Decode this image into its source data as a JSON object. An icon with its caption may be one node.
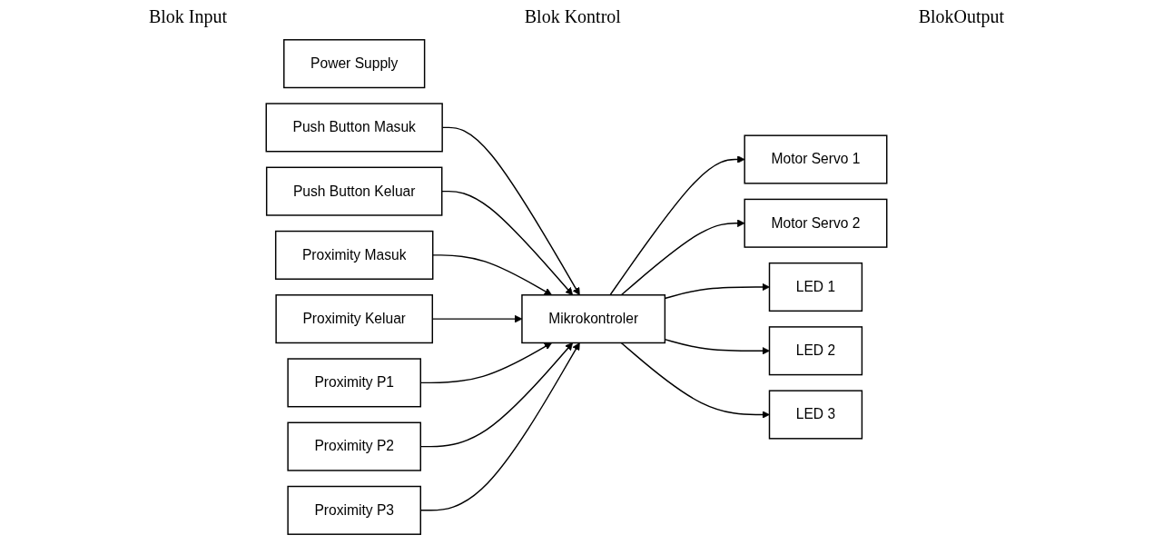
{
  "diagram": {
    "nodes": [
      {
        "text": [
          "Power Supply"
        ]
      },
      {
        "text": [
          "Push Button Masuk"
        ]
      },
      {
        "text": [
          "Push Button Keluar"
        ]
      },
      {
        "text": [
          "Proximity Masuk"
        ]
      },
      {
        "text": [
          "Proximity Keluar"
        ]
      },
      {
        "text": [
          "Proximity P1"
        ]
      },
      {
        "text": [
          "Proximity P2"
        ]
      },
      {
        "text": [
          "Proximity P3"
        ]
      },
      {
        "text": [
          "Mikrokontroler"
        ]
      },
      {
        "text": [
          "Motor Servo 1"
        ]
      },
      {
        "text": [
          "Motor Servo 2"
        ]
      },
      {
        "text": [
          "LED 1"
        ]
      },
      {
        "text": [
          "LED 2"
        ]
      },
      {
        "text": [
          "LED 3"
        ]
      }
    ],
    "edges": [
      {
        "from": 1,
        "to": 8,
        "arrow": "to"
      },
      {
        "from": 2,
        "to": 8,
        "arrow": "to"
      },
      {
        "from": 3,
        "to": 8,
        "arrow": "to"
      },
      {
        "from": 4,
        "to": 8,
        "arrow": "to"
      },
      {
        "from": 5,
        "to": 8,
        "arrow": "to"
      },
      {
        "from": 6,
        "to": 8,
        "arrow": "to"
      },
      {
        "from": 7,
        "to": 8,
        "arrow": "to"
      },
      {
        "from": 8,
        "to": 9,
        "arrow": "to"
      },
      {
        "from": 8,
        "to": 10,
        "arrow": "to"
      },
      {
        "from": 8,
        "to": 11,
        "arrow": "to"
      },
      {
        "from": 8,
        "to": 12,
        "arrow": "to"
      },
      {
        "from": 8,
        "to": 13,
        "arrow": "to"
      }
    ],
    "labels": [
      "Blok Input",
      "Blok Kontrol",
      "BlokOutput"
    ]
  }
}
